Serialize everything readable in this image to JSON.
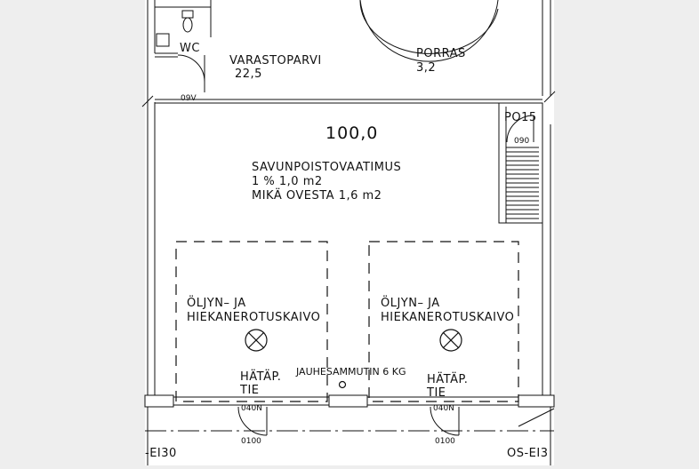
{
  "plan": {
    "rooms": {
      "wc": "WC",
      "storage_name": "VARASTOPARVI",
      "storage_area": "22,5",
      "stair_name": "PORRAS",
      "stair_area": "3,2",
      "hall_area": "100,0",
      "po_label": "PO15"
    },
    "smoke_note": {
      "line1": "SAVUNPOISTOVAATIMUS",
      "line2": "1 % 1,0 m2",
      "line3": "MIKÄ OVESTA 1,6 m2"
    },
    "separators": {
      "left_line1": "ÖLJYN– JA",
      "left_line2": "HIEKANEROTUSKAIVO",
      "right_line1": "ÖLJYN– JA",
      "right_line2": "HIEKANEROTUSKAIVO"
    },
    "extinguisher": "JAUHESAMMUTIN 6 KG",
    "exits": {
      "left_line1": "HÄTÄP.",
      "left_line2": "TIE",
      "right_line1": "HÄTÄP.",
      "right_line2": "TIE"
    },
    "door_codes": {
      "top": "09V",
      "stair": "090",
      "left_inner": "040N",
      "right_inner": "040N",
      "left_outer": "0100",
      "right_outer": "0100"
    },
    "fire_class": {
      "left": "-EI30",
      "right": "OS-EI3"
    }
  }
}
